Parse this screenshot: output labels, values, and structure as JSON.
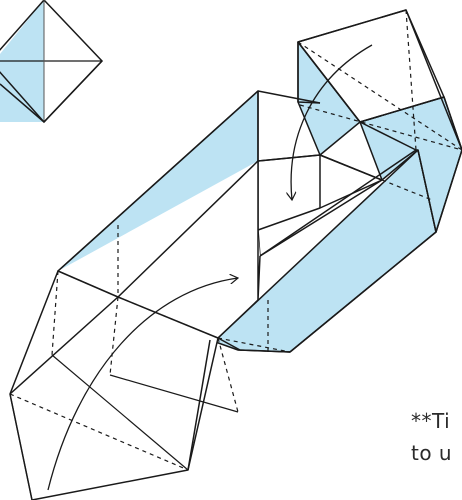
{
  "diagram": {
    "fold_color": "#bde3f3",
    "line_color": "#1a1a1a",
    "thumbnail_icon": "folded-square-thumbnail",
    "arrows": [
      "curved-fold-arrow-upper",
      "curved-fold-arrow-lower"
    ]
  },
  "caption": {
    "line1": "**Ti",
    "line2": "to u"
  }
}
